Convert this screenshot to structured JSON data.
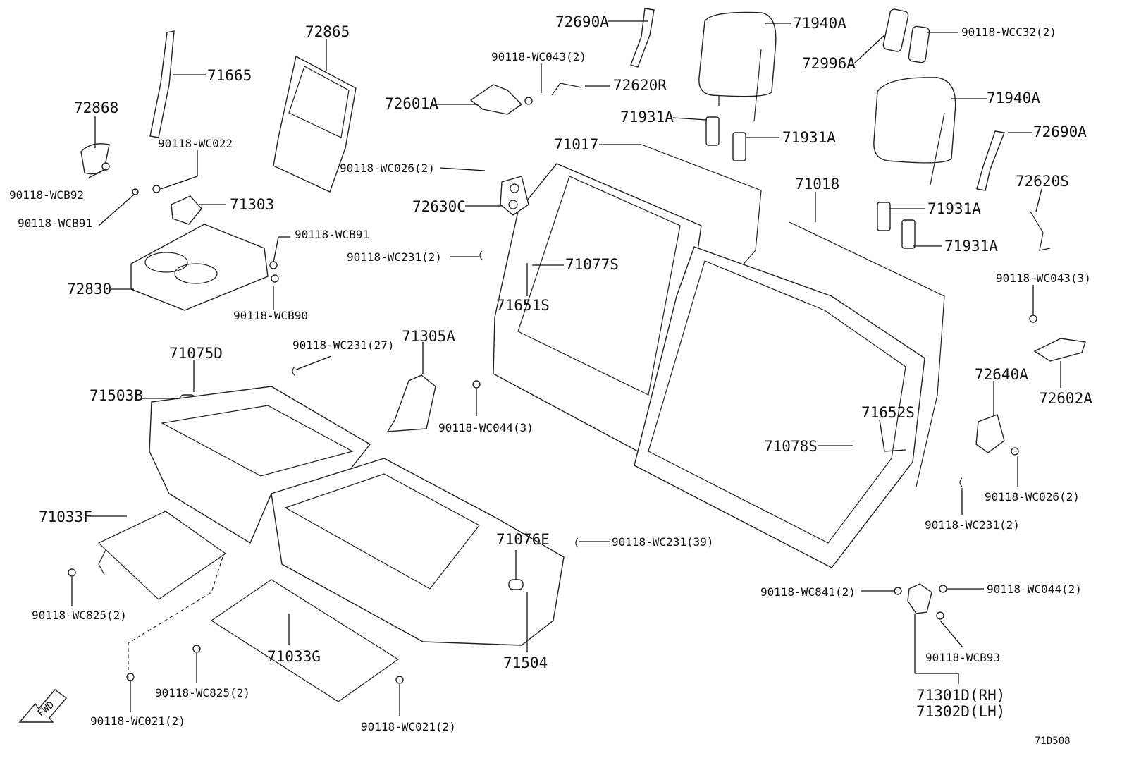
{
  "diagram_code": "71D508",
  "fwd_label": "FWD",
  "parts": {
    "p72690A_top": "72690A",
    "p71940A_top": "71940A",
    "p90118_WCC32": "90118-WCC32(2)",
    "p72996A": "72996A",
    "p72865": "72865",
    "p71665": "71665",
    "p72868": "72868",
    "p90118_WC043_2": "90118-WC043(2)",
    "p72620R": "72620R",
    "p72601A": "72601A",
    "p71940A_mid": "71940A",
    "p71931A_1": "71931A",
    "p71931A_2": "71931A",
    "p72690A_right": "72690A",
    "p90118_WC022": "90118-WC022",
    "p71017": "71017",
    "p90118_WC026_2_top": "90118-WC026(2)",
    "p71018": "71018",
    "p72620S": "72620S",
    "p90118_WCB92": "90118-WCB92",
    "p72630C": "72630C",
    "p71303": "71303",
    "p71931A_3": "71931A",
    "p90118_WCB91_left": "90118-WCB91",
    "p90118_WCB91_right": "90118-WCB91",
    "p71931A_4": "71931A",
    "p90118_WC231_2_top": "90118-WC231(2)",
    "p71077S": "71077S",
    "p90118_WC043_3": "90118-WC043(3)",
    "p72830": "72830",
    "p71651S": "71651S",
    "p90118_WCB90": "90118-WCB90",
    "p90118_WC231_27": "90118-WC231(27)",
    "p71305A": "71305A",
    "p71075D": "71075D",
    "p72640A": "72640A",
    "p71503B": "71503B",
    "p72602A": "72602A",
    "p71652S": "71652S",
    "p90118_WC044_3": "90118-WC044(3)",
    "p71078S": "71078S",
    "p90118_WC026_2_right": "90118-WC026(2)",
    "p71033F": "71033F",
    "p90118_WC231_2_right": "90118-WC231(2)",
    "p71076E": "71076E",
    "p90118_WC231_39": "90118-WC231(39)",
    "p90118_WC841_2": "90118-WC841(2)",
    "p90118_WC044_2": "90118-WC044(2)",
    "p90118_WC825_2_left": "90118-WC825(2)",
    "p71033G": "71033G",
    "p90118_WCB93": "90118-WCB93",
    "p71504": "71504",
    "p90118_WC825_2_mid": "90118-WC825(2)",
    "p71301D_RH": "71301D(RH)",
    "p71302D_LH": "71302D(LH)",
    "p90118_WC021_2_left": "90118-WC021(2)",
    "p90118_WC021_2_right": "90118-WC021(2)"
  }
}
